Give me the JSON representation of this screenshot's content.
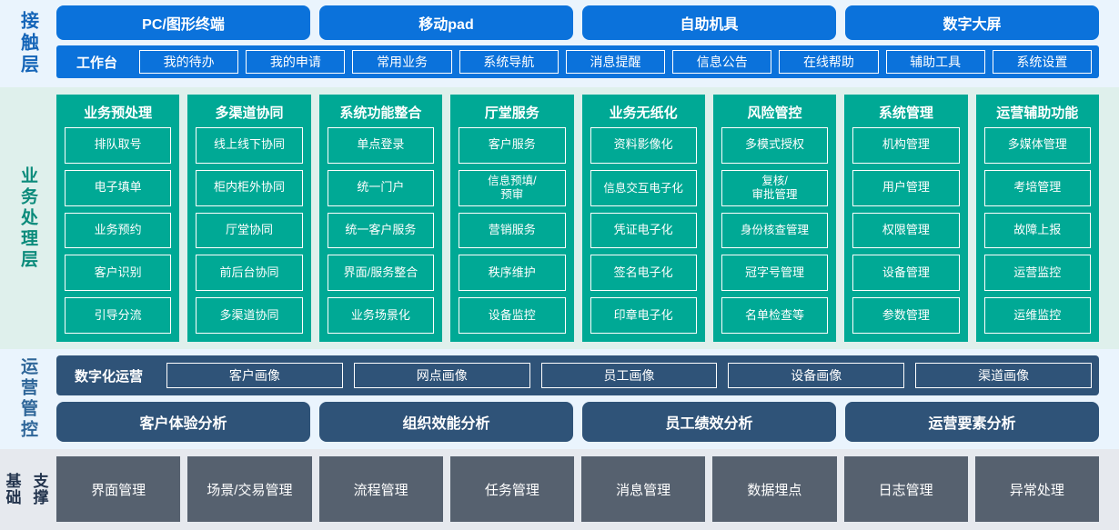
{
  "layers": [
    {
      "id": "contact-layer",
      "label": "接触层",
      "channels": [
        "PC/图形终端",
        "移动pad",
        "自助机具",
        "数字大屏"
      ],
      "workbench": {
        "title": "工作台",
        "items": [
          "我的待办",
          "我的申请",
          "常用业务",
          "系统导航",
          "消息提醒",
          "信息公告",
          "在线帮助",
          "辅助工具",
          "系统设置"
        ]
      }
    },
    {
      "id": "business-layer",
      "label": "业务处理层",
      "columns": [
        {
          "title": "业务预处理",
          "items": [
            "排队取号",
            "电子填单",
            "业务预约",
            "客户识别",
            "引导分流"
          ]
        },
        {
          "title": "多渠道协同",
          "items": [
            "线上线下协同",
            "柜内柜外协同",
            "厅堂协同",
            "前后台协同",
            "多渠道协同"
          ]
        },
        {
          "title": "系统功能整合",
          "items": [
            "单点登录",
            "统一门户",
            "统一客户服务",
            "界面/服务整合",
            "业务场景化"
          ]
        },
        {
          "title": "厅堂服务",
          "items": [
            "客户服务",
            "信息预填/预审",
            "营销服务",
            "秩序维护",
            "设备监控"
          ]
        },
        {
          "title": "业务无纸化",
          "items": [
            "资料影像化",
            "信息交互电子化",
            "凭证电子化",
            "签名电子化",
            "印章电子化"
          ]
        },
        {
          "title": "风险管控",
          "items": [
            "多模式授权",
            "复核/审批管理",
            "身份核查管理",
            "冠字号管理",
            "名单检查等"
          ]
        },
        {
          "title": "系统管理",
          "items": [
            "机构管理",
            "用户管理",
            "权限管理",
            "设备管理",
            "参数管理"
          ]
        },
        {
          "title": "运营辅助功能",
          "items": [
            "多媒体管理",
            "考培管理",
            "故障上报",
            "运营监控",
            "运维监控"
          ]
        }
      ]
    },
    {
      "id": "operations-layer",
      "label": "运营管控",
      "digital": {
        "title": "数字化运营",
        "items": [
          "客户画像",
          "网点画像",
          "员工画像",
          "设备画像",
          "渠道画像"
        ]
      },
      "analysis": [
        "客户体验分析",
        "组织效能分析",
        "员工绩效分析",
        "运营要素分析"
      ]
    },
    {
      "id": "foundation-layer",
      "label_line1": "基础",
      "label_line2": "支撑",
      "items": [
        "界面管理",
        "场景/交易管理",
        "流程管理",
        "任务管理",
        "消息管理",
        "数据埋点",
        "日志管理",
        "异常处理"
      ]
    }
  ],
  "colors": {
    "blue": "#0b72db",
    "blue_bg": "#eaf4fd",
    "green": "#00a995",
    "green_bg": "#dff0ec",
    "slate": "#2f5378",
    "gray": "#56616f",
    "gray_bg": "#e6e9ee"
  }
}
